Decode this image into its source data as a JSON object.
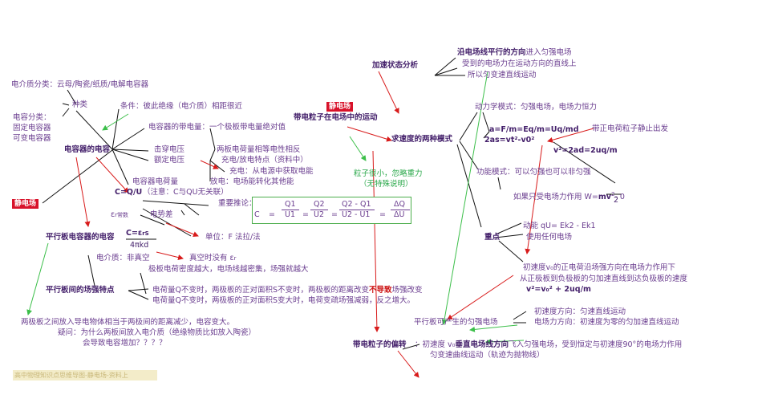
{
  "left": {
    "dielectric_types": "电介质分类：云母/陶瓷/纸质/电解电容器",
    "zhonglei": "种类",
    "capacitor_types_title": "电容分类：",
    "fixed_cap": "固定电容器",
    "variable_cap": "可变电容器",
    "condition": "条件：彼此绝缘（电介质）相距很近",
    "charge_of_cap": "电容器的带电量：一个极板带电量绝对值",
    "capacitor_title": "电容器的电容",
    "breakdown_voltage": "击穿电压",
    "rated_voltage": "额定电压",
    "equal_opposite": "两板电荷量相等电性相反",
    "charge_discharge": "充电/放电特点（资料中）",
    "charging": "充电：从电源中获取电能",
    "discharging": "放电：电场能转化其他能",
    "cap_charge_amount": "电容器电荷量",
    "c_def": "C=Q/U",
    "c_note": "（注意：C与QU无关联）",
    "jingdianchang_badge": "静电场",
    "epsilon_const": "ε",
    "epsilon_suffix": "r常数",
    "potential_diff": "电势差",
    "important_infer": "重要推论：",
    "unit": "单位：F 法拉/法",
    "parallel_cap": "平行板电容器的电容",
    "parallel_formula_top": "C=ε",
    "parallel_formula_top2": "rS",
    "parallel_formula_bottom": "4πkd",
    "dielectric_vacuum": "电介质：非真空",
    "vacuum_no_eps": "真空时没有 ε",
    "vacuum_eps_sub": "r",
    "denser_charge": "极板电荷密度越大，电场线越密集，场强就越大",
    "field_features": "平行板间的场强特点",
    "charge_q_const1_a": "电荷量Q不变时，两极板的正对面积S不变时，两极板的距离改变",
    "charge_q_const1_b": "不导致",
    "charge_q_const1_c": "场强改变",
    "charge_q_const2": "电荷量Q不变时，两极板的正对面积S变大时，电荷变疏场强减弱，反之增大。",
    "conductor_insert": "两极板之间放入导电物体相当于两极间的距离减少，电容变大。",
    "question1": "疑问：为什么两板间放入电介质（绝缘物质比如放入陶瓷）",
    "question2": "会导致电容增加？？？？",
    "footer": "高中物理知识点思维导图-静电场-资料上"
  },
  "formula_box": {
    "c_label": "C",
    "eq": "=",
    "minus": "-",
    "q1": "Q1",
    "q2": "Q2",
    "q2mq1": "Q2 - Q1",
    "dq": "ΔQ",
    "u1": "U1",
    "u2": "U2",
    "u2mu1": "U2 - U1",
    "du": "ΔU"
  },
  "right": {
    "accel_analysis": "加速状态分析",
    "along_field": "沿电场线平行的方向",
    "along_field_rest": "进入匀强电场",
    "force_along": "受到的电场力在运动方向的直线上",
    "so_uniform_accel": "所以匀变速直线运动",
    "jingdianchang_badge": "静电场",
    "charged_particle": "带电粒子在电场中的运动",
    "two_modes": "求速度的两种模式",
    "dynamics_mode": "动力学模式：匀强电场，电场力恒力",
    "a_formula": "a=F/m=Eq/m=Uq/md",
    "kinematic": "2as=vt²-v0²",
    "pos_from_rest": "带正电荷粒子静止出发",
    "v2_formula": "v²=2ad=2uq/m",
    "energy_mode": "功能模式：可以匀强也可以非匀强",
    "only_field_force": "如果只受电场力作用 W=",
    "mv2_num": "mv",
    "mv2_sup": "2",
    "mv2_tail": "- 0",
    "mv2_den": "2",
    "gravity_ignored": "粒子很小，忽略重力",
    "no_special": "（无特殊说明）",
    "key_point": "重点",
    "energy_eq": "动能 qU= Ek2 - Ek1",
    "any_field": "使用任何电场",
    "init_v0_line": "初速度v₀的正电荷沿场强方向在电场力作用下",
    "pos_to_neg": "从正极板到负极板的匀加速直线到达负极板的速度",
    "vsq_formula": "v²=v₀² + 2uq/m",
    "init_dir": "初速度方向：匀速直线运动",
    "force_dir": "电场力方向：初速度为零的匀加速直线运动",
    "uniform_field_parallel": "平行板可产生的匀强电场",
    "deflection": "带电粒子的偏转",
    "deflect_desc_a": "：初速度 v₀",
    "deflect_desc_b": "垂直电场线方向",
    "deflect_desc_c": "飞入匀强电场，受到恒定与初速度90°的电场力作用",
    "curve_motion": "匀变速曲线运动（轨迹为抛物线）"
  },
  "colors": {
    "text": "#6a3d8f",
    "dark_title": "#44206b",
    "red_arrow": "#d81b1b",
    "green_arrow": "#3cbf4a",
    "badge": "#d8122a",
    "box_border": "#4cae4c"
  }
}
